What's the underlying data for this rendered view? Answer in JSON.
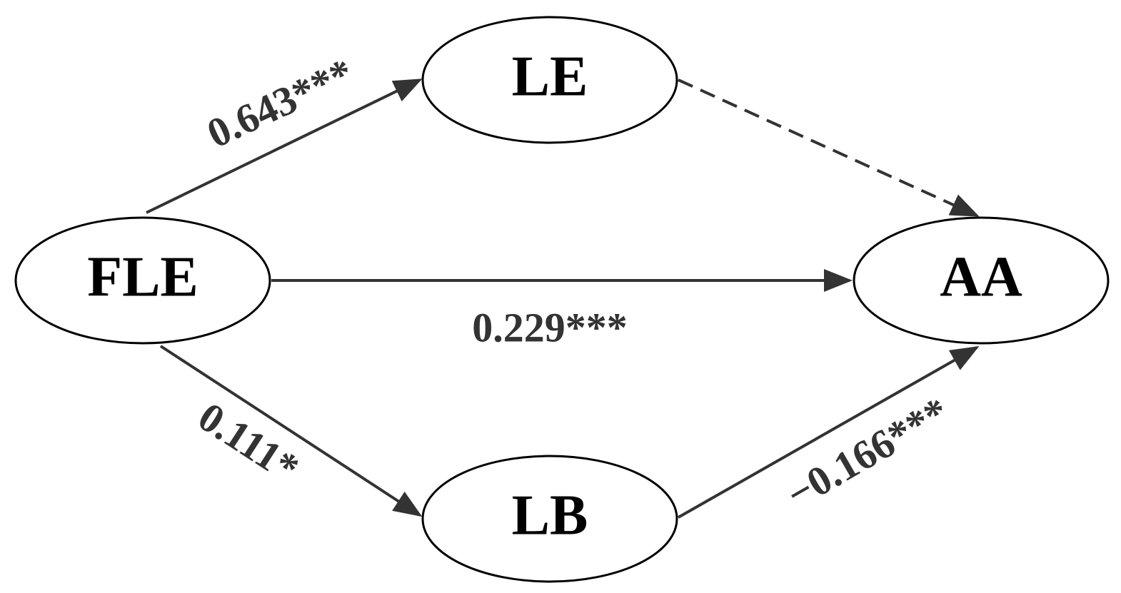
{
  "colors": {
    "node_stroke": "#000000",
    "edge": "#333333",
    "background": "#ffffff"
  },
  "nodes": {
    "fle": {
      "label": "FLE"
    },
    "le": {
      "label": "LE"
    },
    "lb": {
      "label": "LB"
    },
    "aa": {
      "label": "AA"
    }
  },
  "edges": {
    "fle_le": {
      "label": "0.643***",
      "style": "solid"
    },
    "fle_aa": {
      "label": "0.229***",
      "style": "solid"
    },
    "fle_lb": {
      "label": "0.111*",
      "style": "solid"
    },
    "lb_aa": {
      "label": "−0.166***",
      "style": "solid"
    },
    "le_aa": {
      "label": "",
      "style": "dashed"
    }
  }
}
